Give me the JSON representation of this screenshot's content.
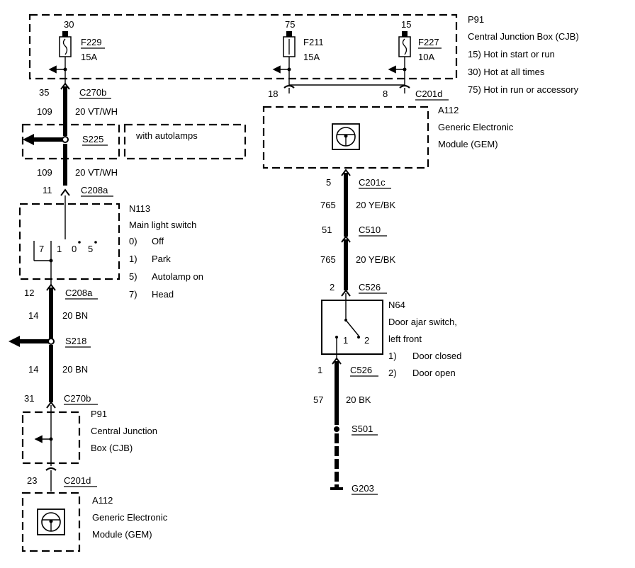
{
  "cjb_top": {
    "labels": [
      "P91",
      "Central Junction Box (CJB)",
      "15)  Hot in start or run",
      "30)  Hot at all times",
      "75)  Hot in run or accessory"
    ],
    "fuses": [
      {
        "pin": "30",
        "name": "F229",
        "rating": "15A"
      },
      {
        "pin": "75",
        "name": "F211",
        "rating": "15A"
      },
      {
        "pin": "15",
        "name": "F227",
        "rating": "10A"
      }
    ]
  },
  "left_circuit": {
    "c270b_top": {
      "pin": "35",
      "name": "C270b"
    },
    "wire1": {
      "circuit": "109",
      "spec": "20 VT/WH"
    },
    "splice_s225": {
      "name": "S225",
      "note": "with autolamps"
    },
    "wire2": {
      "circuit": "109",
      "spec": "20 VT/WH"
    },
    "c208a_top": {
      "pin": "11",
      "name": "C208a"
    },
    "switch": {
      "labels": [
        "N113",
        "Main light switch",
        "0)",
        "1)",
        "5)",
        "7)"
      ],
      "legend": [
        "Off",
        "Park",
        "Autolamp on",
        "Head"
      ],
      "positions": [
        "7",
        "1",
        "0",
        "5"
      ]
    },
    "c208a_bottom": {
      "pin": "12",
      "name": "C208a"
    },
    "wire3": {
      "circuit": "14",
      "spec": "20 BN"
    },
    "splice_s218": {
      "name": "S218"
    },
    "wire4": {
      "circuit": "14",
      "spec": "20 BN"
    },
    "c270b_bottom": {
      "pin": "31",
      "name": "C270b"
    },
    "cjb_bottom": {
      "labels": [
        "P91",
        "Central Junction",
        "Box (CJB)"
      ]
    },
    "c201d_bottom": {
      "pin": "23",
      "name": "C201d"
    },
    "gem_bottom": {
      "labels": [
        "A112",
        "Generic Electronic",
        "Module (GEM)"
      ]
    }
  },
  "right_circuit": {
    "c201d_top": {
      "pin_left": "18",
      "pin_right": "8",
      "name": "C201d"
    },
    "gem_top": {
      "labels": [
        "A112",
        "Generic Electronic",
        "Module (GEM)"
      ]
    },
    "c201c": {
      "pin": "5",
      "name": "C201c"
    },
    "wire1": {
      "circuit": "765",
      "spec": "20 YE/BK"
    },
    "c510": {
      "pin": "51",
      "name": "C510"
    },
    "wire2": {
      "circuit": "765",
      "spec": "20 YE/BK"
    },
    "c526_top": {
      "pin": "2",
      "name": "C526"
    },
    "door_switch": {
      "labels": [
        "N64",
        "Door ajar switch,",
        "left front",
        "1)",
        "2)"
      ],
      "legend": [
        "Door closed",
        "Door open"
      ],
      "positions": [
        "1",
        "2"
      ]
    },
    "c526_bottom": {
      "pin": "1",
      "name": "C526"
    },
    "wire3": {
      "circuit": "57",
      "spec": "20 BK"
    },
    "splice_s501": {
      "name": "S501"
    },
    "ground": {
      "name": "G203"
    }
  }
}
